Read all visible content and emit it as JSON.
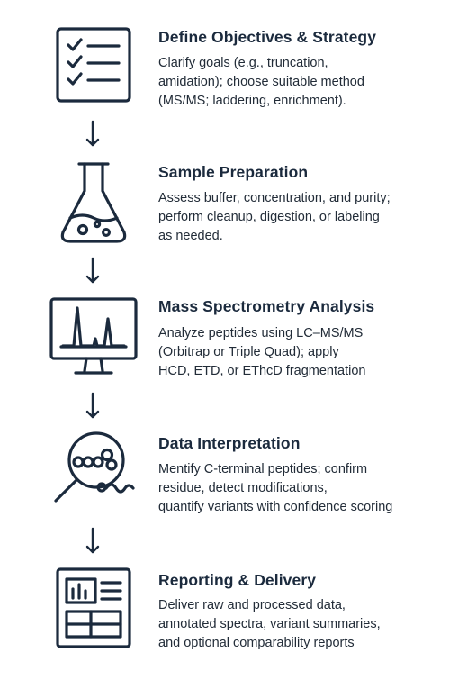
{
  "steps": [
    {
      "title": "Define Objectives & Strategy",
      "lines": [
        "Clarify goals (e.g., truncation,",
        "amidation); choose suitable method",
        "(MS/MS; laddering, enrichment)."
      ],
      "icon": "checklist-icon"
    },
    {
      "title": "Sample Preparation",
      "lines": [
        "Assess buffer, concentration, and purity;",
        "perform cleanup, digestion, or labeling",
        "as needed."
      ],
      "icon": "flask-icon"
    },
    {
      "title": "Mass Spectrometry Analysis",
      "lines": [
        "Analyze peptides using LC–MS/MS",
        "(Orbitrap or Triple Quad); apply",
        "HCD, ETD, or EThcD fragmentation"
      ],
      "icon": "monitor-spectrum-icon"
    },
    {
      "title": "Data Interpretation",
      "lines": [
        "Mentify C-terminal peptides; confirm",
        "residue, detect modifications,",
        "quantify variants with confidence scoring"
      ],
      "icon": "magnifier-molecule-icon"
    },
    {
      "title": "Reporting & Delivery",
      "lines": [
        "Deliver raw and processed data,",
        "annotated spectra, variant summaries,",
        "and optional comparability reports"
      ],
      "icon": "report-document-icon"
    }
  ],
  "colors": {
    "ink": "#1b2a3d",
    "background": "#ffffff"
  }
}
